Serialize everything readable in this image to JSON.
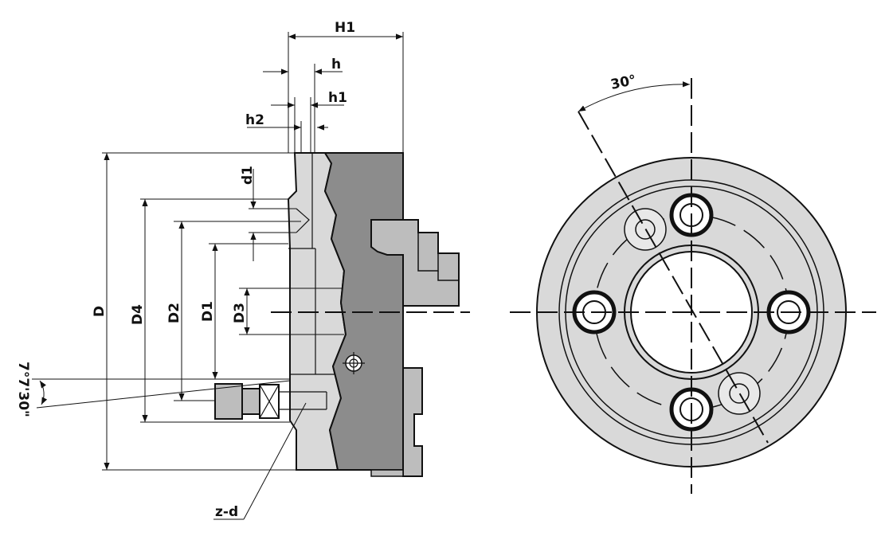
{
  "side_view": {
    "labels": {
      "H1": "H1",
      "h": "h",
      "h1": "h1",
      "h2": "h2",
      "d1": "d1",
      "D": "D",
      "D4": "D4",
      "D2": "D2",
      "D1": "D1",
      "D3": "D3",
      "angle": "7°7'30\"",
      "z_d": "z-d"
    }
  },
  "front_view": {
    "angle_label": "30°"
  },
  "colors": {
    "light_gray": "#d9d9d9",
    "mid_gray": "#bdbdbd",
    "dark_gray": "#8c8c8c",
    "line": "#111111",
    "white": "#ffffff"
  }
}
